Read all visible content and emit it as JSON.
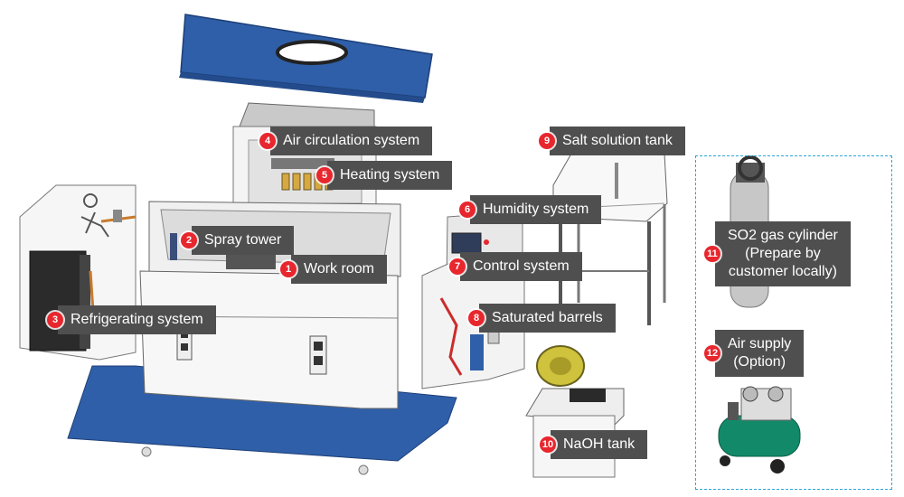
{
  "colors": {
    "badge": "#e8262d",
    "label_bg": "#4f4f4f",
    "label_text": "#ffffff",
    "base_blue": "#2f5fa8",
    "dashed_border": "#2aa6d6"
  },
  "callouts": [
    {
      "number": "1",
      "label": "Work room"
    },
    {
      "number": "2",
      "label": "Spray tower"
    },
    {
      "number": "3",
      "label": "Refrigerating system"
    },
    {
      "number": "4",
      "label": "Air circulation system"
    },
    {
      "number": "5",
      "label": "Heating system"
    },
    {
      "number": "6",
      "label": "Humidity system"
    },
    {
      "number": "7",
      "label": "Control system"
    },
    {
      "number": "8",
      "label": "Saturated barrels"
    },
    {
      "number": "9",
      "label": "Salt solution tank"
    },
    {
      "number": "10",
      "label": "NaOH tank"
    },
    {
      "number": "11",
      "label_lines": [
        "SO2 gas cylinder",
        "(Prepare by",
        "customer locally)"
      ]
    },
    {
      "number": "12",
      "label_lines": [
        "Air supply",
        "(Option)"
      ]
    }
  ]
}
